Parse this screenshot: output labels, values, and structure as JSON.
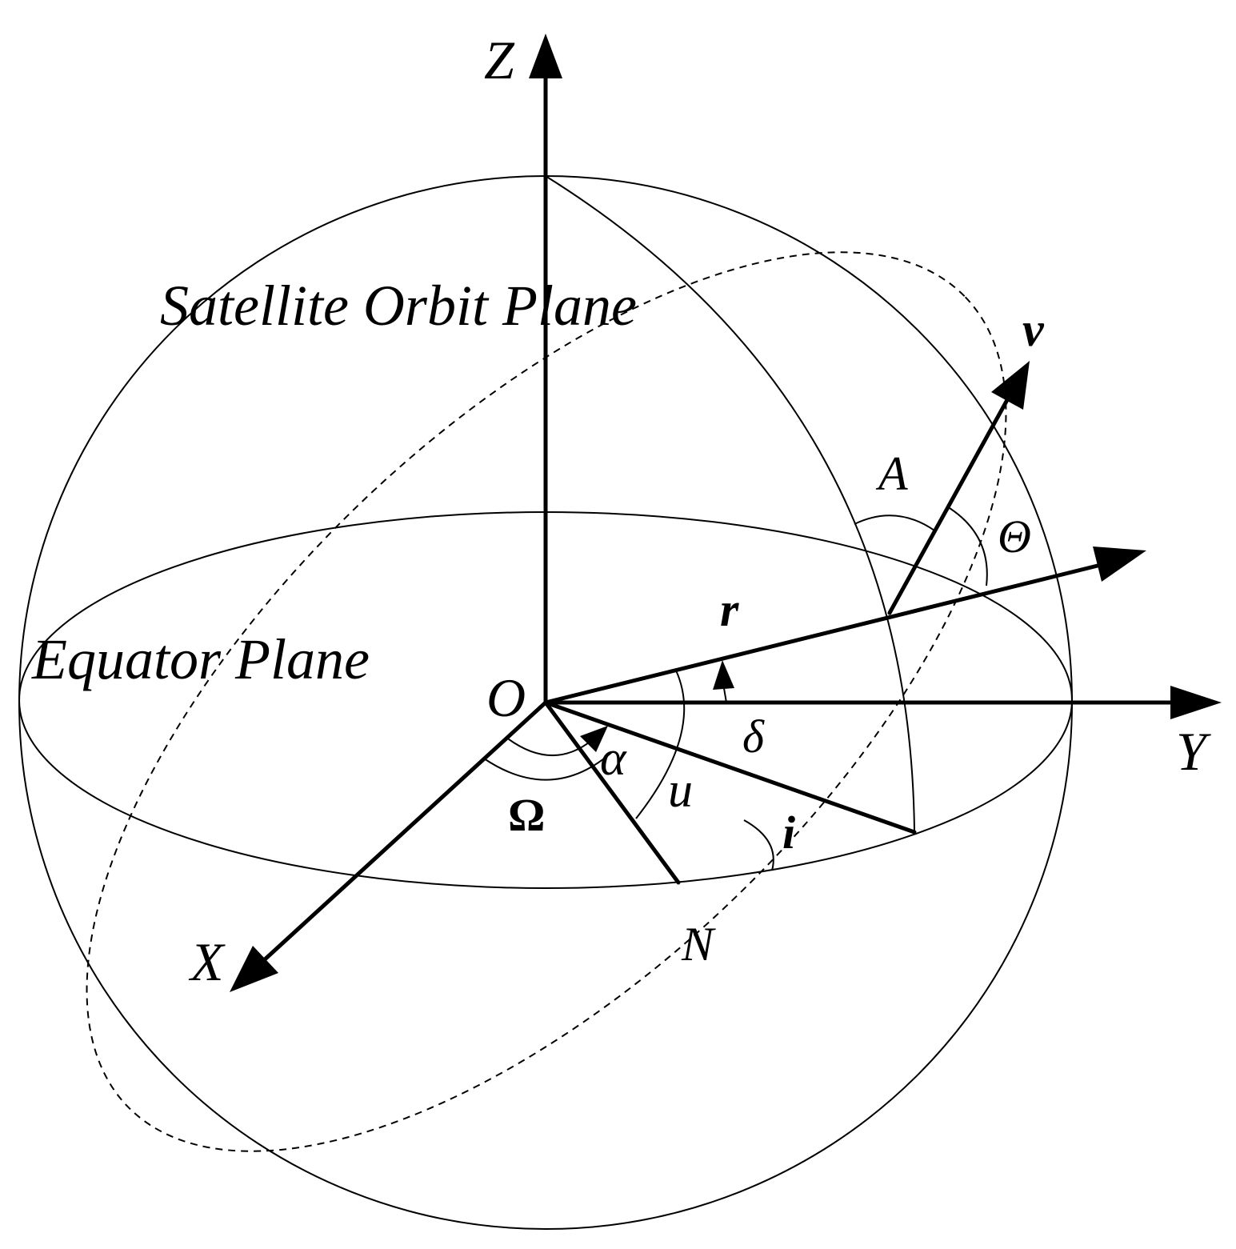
{
  "labels": {
    "z_axis": "Z",
    "x_axis": "X",
    "y_axis": "Y",
    "origin": "O",
    "orbit_plane": "Satellite Orbit Plane",
    "equator_plane": "Equator Plane",
    "point_a": "A",
    "point_n": "N",
    "position_vector": "r",
    "velocity_vector": "v",
    "angle_theta": "Θ",
    "angle_delta": "δ",
    "angle_alpha": "α",
    "angle_u": "u",
    "angle_i": "i",
    "angle_omega": "Ω"
  }
}
